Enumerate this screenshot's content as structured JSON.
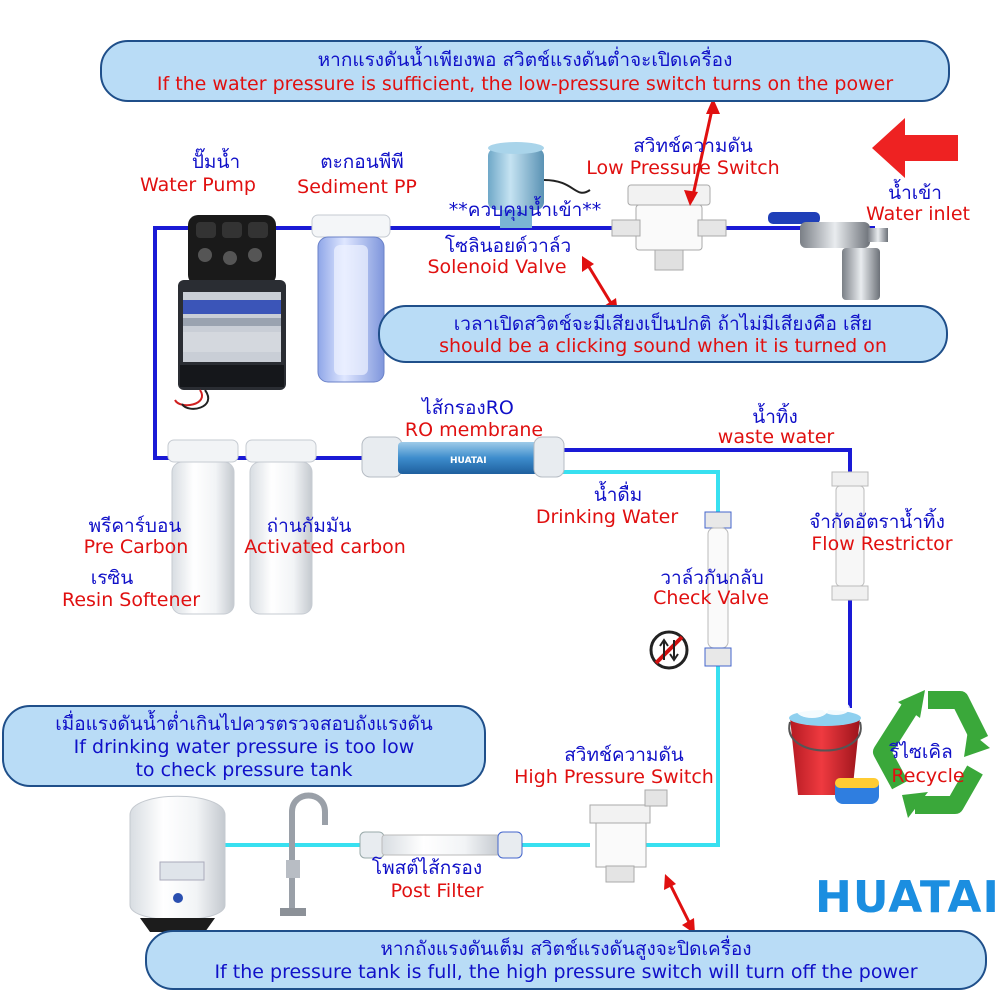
{
  "top_note": {
    "th": "หากแรงดันน้ำเพียงพอ สวิตช์แรงดันต่ำจะเปิดเครื่อง",
    "en": "If the water pressure is sufficient, the low-pressure switch turns on the power"
  },
  "click_note": {
    "th": "เวลาเปิดสวิตช์จะมีเสียงเป็นปกติ ถ้าไม่มีเสียงคือ เสีย",
    "en": "should be a clicking sound when it is turned on"
  },
  "low_pressure_note": {
    "th": "เมื่อแรงดันน้ำต่ำเกินไปควรตรวจสอบถังแรงดัน",
    "en_line1": "If drinking water pressure is too low",
    "en_line2": "to check pressure tank"
  },
  "bottom_note": {
    "th": "หากถังแรงดันเต็ม สวิตช์แรงดันสูงจะปิดเครื่อง",
    "en": "If the pressure tank is full, the high pressure switch will turn off the power"
  },
  "labels": {
    "water_pump": {
      "th": "ปั๊มน้ำ",
      "en": "Water Pump"
    },
    "sediment": {
      "th": "ตะกอนพีพี",
      "en": "Sediment PP"
    },
    "inlet_control": "**ควบคุมน้ำเข้า**",
    "solenoid": {
      "th": "โซลินอยด์วาล์ว",
      "en": "Solenoid Valve"
    },
    "low_switch": {
      "th": "สวิทช์ความดัน",
      "en": "Low Pressure Switch"
    },
    "water_inlet": {
      "th": "น้ำเข้า",
      "en": "Water inlet"
    },
    "ro_membrane": {
      "th": "ไส้กรองRO",
      "en": "RO membrane"
    },
    "waste_water": {
      "th": "น้ำทิ้ง",
      "en": "waste water"
    },
    "drinking_water": {
      "th": "น้ำดื่ม",
      "en": "Drinking Water"
    },
    "pre_carbon": {
      "th": "พรีคาร์บอน",
      "en": "Pre Carbon"
    },
    "activated_carbon": {
      "th": "ถ่านกัมมัน",
      "en": "Activated carbon"
    },
    "resin": {
      "th": "เรซิน",
      "en": "Resin Softener"
    },
    "flow_restrictor": {
      "th": "จำกัดอัตราน้ำทิ้ง",
      "en": "Flow Restrictor"
    },
    "check_valve": {
      "th": "วาล์วกันกลับ",
      "en": "Check Valve"
    },
    "high_switch": {
      "th": "สวิทช์ความดัน",
      "en": "High Pressure Switch"
    },
    "post_filter": {
      "th": "โพสต์ไส้กรอง",
      "en": "Post Filter"
    },
    "recycle": {
      "th": "รีไซเคิล",
      "en": "Recycle"
    }
  },
  "device_text": {
    "membrane_brand": "HUATAI"
  },
  "logo": "HUATAI",
  "colors": {
    "feed_line": "#1a1ad6",
    "product_line": "#38e0f0",
    "thai_text": "#1010c8",
    "english_text": "#e01010",
    "bubble_fill": "#b9dcf6",
    "bubble_border": "#1f4f8a",
    "arrow": "#e01010",
    "recycle": "#3aa83a"
  }
}
